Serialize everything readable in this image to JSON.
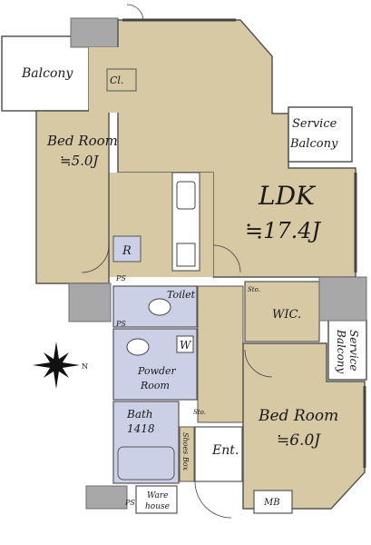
{
  "colors": {
    "living": "#d6c9a4",
    "wet": "#ccd0e6",
    "wall": "#a8a8a8",
    "wall_edge": "#6e6e6e",
    "balcony": "#ffffff",
    "kitchen_counter": "#ffffff",
    "line": "#333333"
  },
  "rooms": {
    "ldk": {
      "name": "LDK",
      "area": "≒17.4J"
    },
    "bedroom_north": {
      "name": "Bed Room",
      "area": "≒5.0J"
    },
    "bedroom_south": {
      "name": "Bed Room",
      "area": "≒6.0J"
    },
    "balcony": {
      "name": "Balcony"
    },
    "service_balcony_top": {
      "line1": "Service",
      "line2": "Balcony"
    },
    "service_balcony_side": {
      "line1": "Service",
      "line2": "Balcony"
    },
    "closet": {
      "name": "Cl."
    },
    "toilet": {
      "name": "Toilet"
    },
    "powder_room": {
      "line1": "Powder",
      "line2": "Room"
    },
    "bath": {
      "line1": "Bath",
      "line2": "1418"
    },
    "wic": {
      "name": "WIC."
    },
    "entrance": {
      "name": "Ent."
    },
    "shoes_box": {
      "name": "Shoes Box"
    },
    "warehouse": {
      "line1": "Ware",
      "line2": "house"
    },
    "meter_box": {
      "name": "MB"
    },
    "storage_1": {
      "name": "Sto."
    },
    "storage_2": {
      "name": "Sto."
    },
    "washer": {
      "name": "W"
    },
    "fridge": {
      "name": "R"
    },
    "pipe_spaces": [
      "PS",
      "PS",
      "PS"
    ]
  },
  "compass": {
    "label": "N"
  }
}
